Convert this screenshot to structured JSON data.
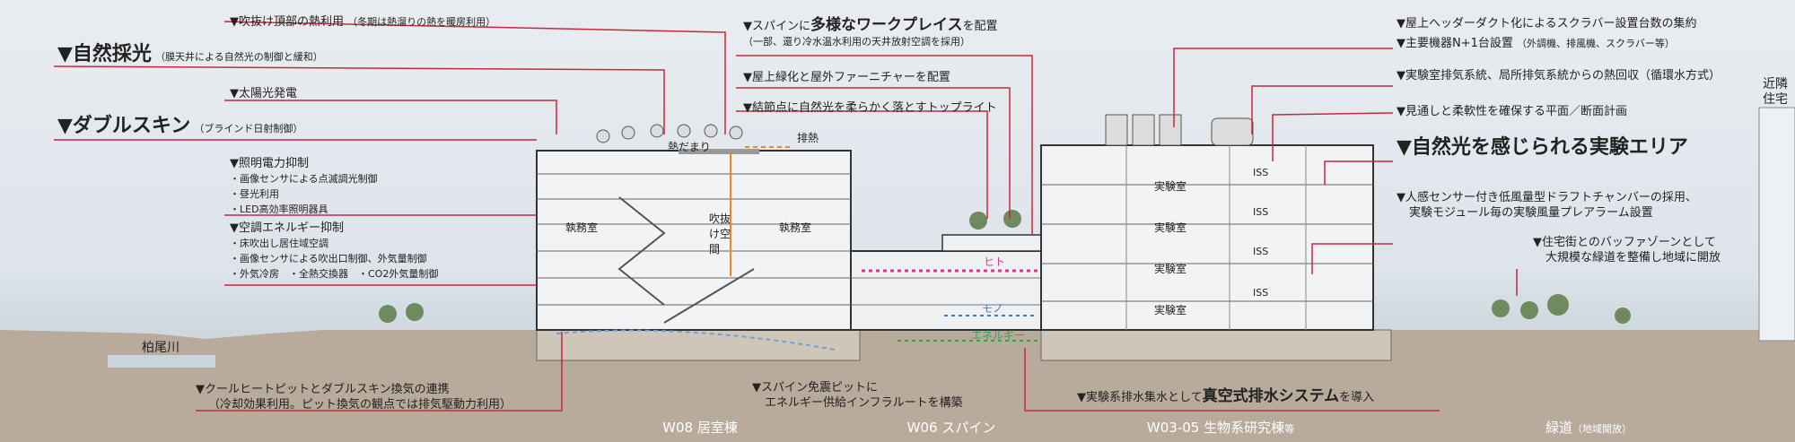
{
  "annotations": {
    "atrium_heat": "▼吹抜け頂部の熱利用",
    "atrium_heat_sub": "（冬期は熱溜りの熱を暖房利用）",
    "natural_light": "▼自然採光",
    "natural_light_sub": "（膜天井による自然光の制御と緩和）",
    "solar": "▼太陽光発電",
    "double_skin": "▼ダブルスキン",
    "double_skin_sub": "（ブラインド日射制御）",
    "lighting_title": "▼照明電力抑制",
    "lighting_items": [
      "・画像センサによる点滅調光制御",
      "・昼光利用",
      "・LED高効率照明器具"
    ],
    "hvac_title": "▼空調エネルギー抑制",
    "hvac_items": [
      "・床吹出し居住域空調",
      "・画像センサによる吹出口制御、外気量制御",
      "・外気冷房　・全熱交換器　・CO2外気量制御"
    ],
    "spine_work_pre": "▼スパインに",
    "spine_work_big": "多様なワークプレイス",
    "spine_work_post": "を配置",
    "spine_work_sub": "（一部、還り冷水温水利用の天井放射空調を採用）",
    "roof_green": "▼屋上緑化と屋外ファーニチャーを配置",
    "toplight": "▼結節点に自然光を柔らかく落とすトップライト",
    "duct": "▼屋上ヘッダーダクト化によるスクラバー設置台数の集約",
    "n1": "▼主要機器N+1台設置",
    "n1_sub": "（外調機、排風機、スクラバー等）",
    "heat_recovery": "▼実験室排気系統、局所排気系統からの熱回収（循環水方式）",
    "flexible": "▼見通しと柔軟性を確保する平面／断面計画",
    "lab_area": "▼自然光を感じられる実験エリア",
    "draft_l1": "▼人感センサー付き低風量型ドラフトチャンバーの採用、",
    "draft_l2": "実験モジュール毎の実験風量プレアラーム設置",
    "buffer_l1": "▼住宅街とのバッファゾーンとして",
    "buffer_l2": "大規模な緑道を整備し地域に開放",
    "neighbor_l1": "近隣",
    "neighbor_l2": "住宅",
    "cool_pit_l1": "▼クールヒートピットとダブルスキン換気の連携",
    "cool_pit_l2": "（冷却効果利用。ピット換気の観点では排気駆動力利用）",
    "spine_pit_l1": "▼スパイン免震ピットに",
    "spine_pit_l2": "エネルギー供給インフラルートを構築",
    "drain_pre": "▼実験系排水集水として",
    "drain_big": "真空式排水システム",
    "drain_post": "を導入"
  },
  "drawing_labels": {
    "river": "柏尾川",
    "heat_pool": "熱だまり",
    "exhaust": "排熱",
    "office_left": "執務室",
    "atrium": "吹抜け空間",
    "office_right": "執務室",
    "lab": "実験室",
    "iss": "ISS",
    "people": "ヒト",
    "goods": "モノ",
    "energy": "エネルギー"
  },
  "zones": {
    "w08": "W08 居室棟",
    "w06": "W06 スパイン",
    "w03": "W03-05 生物系研究棟",
    "w03_suffix": "等",
    "green": "緑道",
    "green_sub": "（地域開放）"
  },
  "colors": {
    "leader": "#c8283c",
    "heat_arrow": "#e8892a",
    "people_arrow": "#e0338f",
    "goods_arrow": "#3a7fc8",
    "energy_arrow": "#2aa84a",
    "ground": "#b8ab9c"
  }
}
